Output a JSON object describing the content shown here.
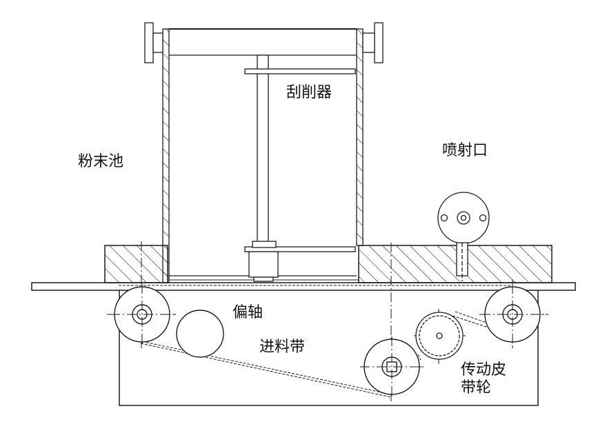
{
  "labels": {
    "powder_pool": "粉末池",
    "scraper": "刮削器",
    "nozzle": "喷射口",
    "eccentric_shaft": "偏轴",
    "feed_belt": "进料带",
    "drive_pulley_line1": "传动皮",
    "drive_pulley_line2": "带轮"
  },
  "colors": {
    "line": "#1a1a1a",
    "background": "#ffffff"
  }
}
